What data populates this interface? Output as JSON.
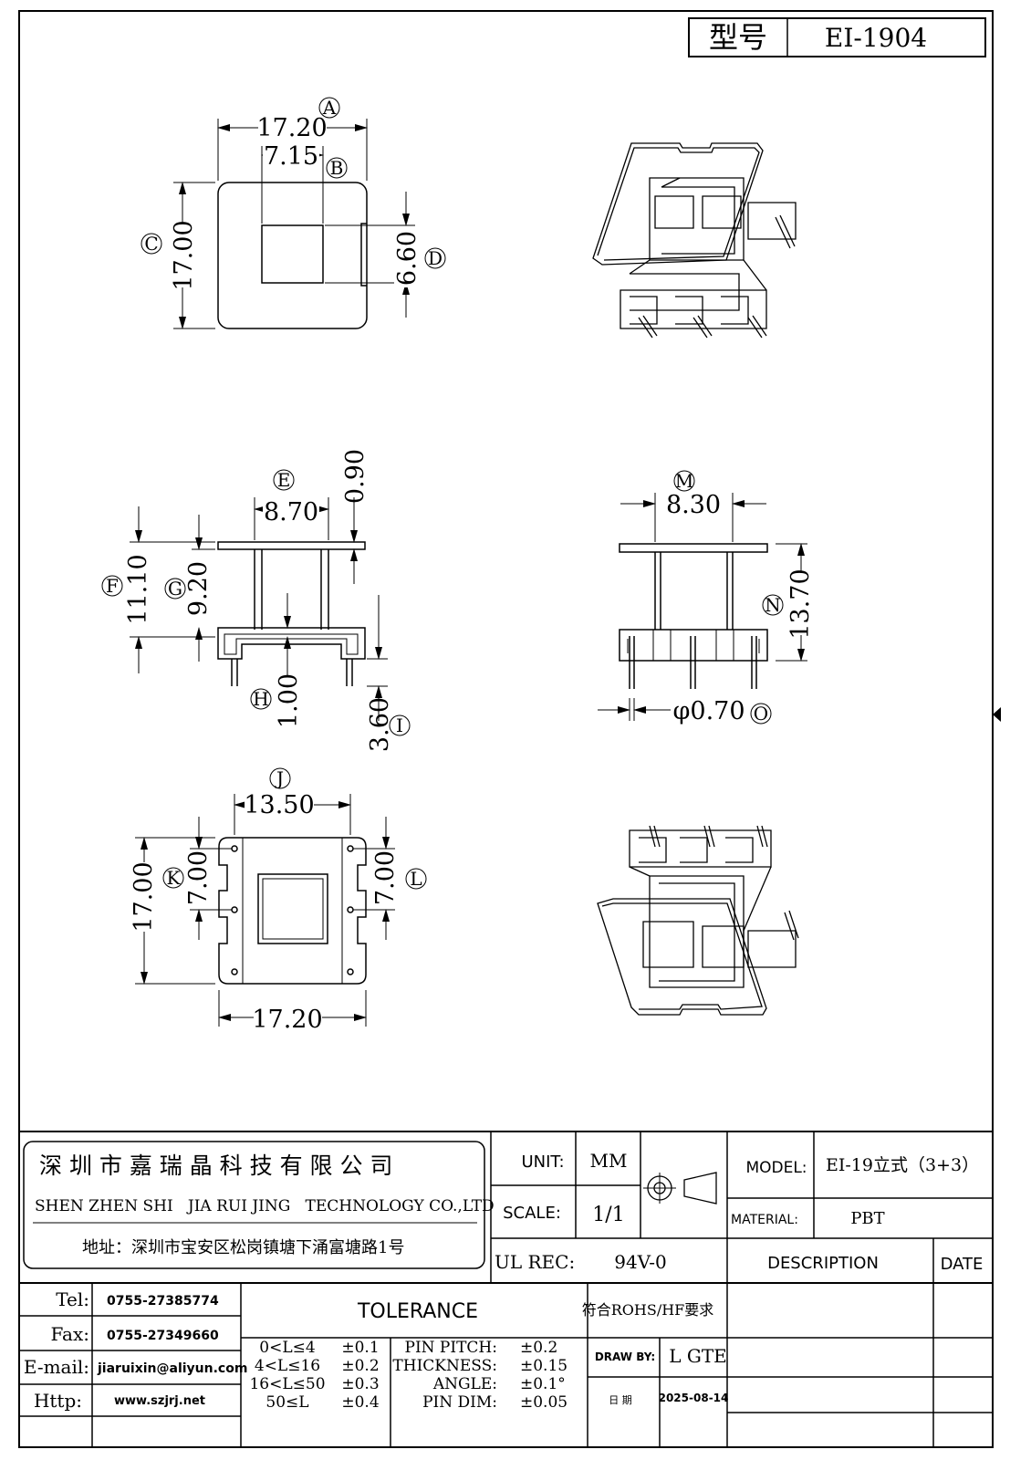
{
  "title_block": {
    "label": "型号",
    "value": "EI-1904"
  },
  "views": {
    "front": {
      "dims": {
        "width": "17.20",
        "window_width": "7.15",
        "height": "17.00",
        "window_height": "6.60"
      },
      "callouts": {
        "A": "A",
        "B": "B",
        "C": "C",
        "D": "D"
      }
    },
    "side": {
      "dims": {
        "flange_width": "8.70",
        "flange_thk": "0.90",
        "total_height": "11.10",
        "body_height": "9.20",
        "base_thk": "1.00",
        "pin_len": "3.60"
      },
      "callouts": {
        "E": "E",
        "F": "F",
        "G": "G",
        "H": "H",
        "I": "I"
      }
    },
    "end": {
      "dims": {
        "width": "8.30",
        "height": "13.70",
        "pin_dia": "φ0.70"
      },
      "callouts": {
        "M": "M",
        "N": "N",
        "O": "O"
      }
    },
    "bottom": {
      "dims": {
        "pin_span": "13.50",
        "height": "17.00",
        "left_pitch": "7.00",
        "right_pitch": "7.00",
        "width": "17.20"
      },
      "callouts": {
        "J": "J",
        "K": "K",
        "L": "L"
      }
    }
  },
  "company": {
    "name_cn": "深 圳 市 嘉 瑞 晶 科 技 有 限 公 司",
    "name_en": "SHEN ZHEN SHI   JIA RUI JING   TECHNOLOGY CO.,LTD",
    "address": "地址：深圳市宝安区松岗镇塘下涌富塘路1号"
  },
  "specs": {
    "unit_label": "UNIT:",
    "unit_value": "MM",
    "scale_label": "SCALE:",
    "scale_value": "1/1",
    "ul_label": "UL REC:",
    "ul_value": "94V-0",
    "model_label": "MODEL:",
    "model_value": "EI-19立式（3+3）",
    "material_label": "MATERIAL:",
    "material_value": "PBT",
    "description_label": "DESCRIPTION",
    "date_label": "DATE"
  },
  "contact": {
    "tel_label": "Tel:",
    "tel": "0755-27385774",
    "fax_label": "Fax:",
    "fax": "0755-27349660",
    "email_label": "E-mail:",
    "email": "jiaruixin@aliyun.com",
    "http_label": "Http:",
    "http": "www.szjrj.net"
  },
  "tolerance": {
    "title": "TOLERANCE",
    "rows": [
      {
        "range": "0<L≤4",
        "tol": "±0.1"
      },
      {
        "range": "4<L≤16",
        "tol": "±0.2"
      },
      {
        "range": "16<L≤50",
        "tol": "±0.3"
      },
      {
        "range": "50≤L",
        "tol": "±0.4"
      }
    ],
    "other": [
      {
        "label": "PIN PITCH:",
        "tol": "±0.2"
      },
      {
        "label": "THICKNESS:",
        "tol": "±0.15"
      },
      {
        "label": "ANGLE:",
        "tol": "±0.1°"
      },
      {
        "label": "PIN DIM:",
        "tol": "±0.05"
      }
    ]
  },
  "rohs": "符合ROHS/HF要求",
  "draw": {
    "label": "DRAW BY:",
    "value": "L GTE",
    "date_label": "日 期",
    "date_value": "2025-08-14"
  }
}
